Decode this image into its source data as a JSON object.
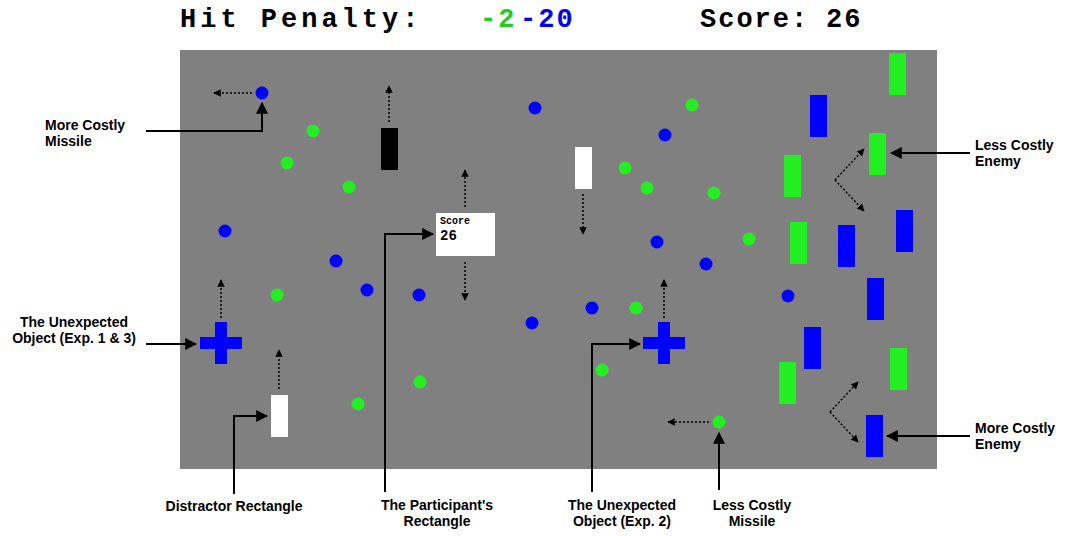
{
  "diagram": {
    "nodes": [
      {
        "text": [
          "Score",
          "26"
        ]
      }
    ],
    "labels": [
      "Hit Penalty:",
      "-2",
      "-20",
      "Score:",
      "26",
      "More Costly Missile",
      "Less Costly Enemy",
      "The Unexpected Object (Exp. 1 & 3)",
      "More Costly Enemy",
      "Distractor Rectangle",
      "The Participant's Rectangle",
      "The Unexpected Object (Exp. 2)",
      "Less Costly Missile"
    ]
  }
}
